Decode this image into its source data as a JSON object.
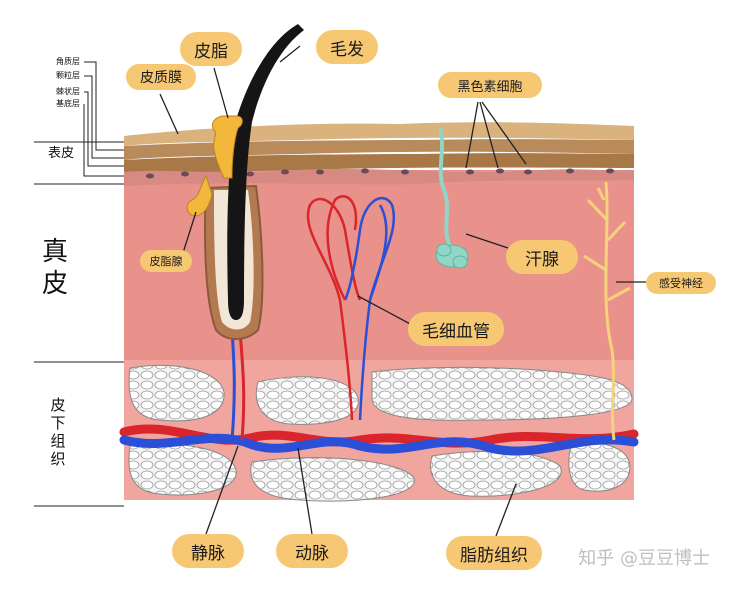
{
  "labels": {
    "hair": "毛发",
    "sebum": "皮脂",
    "sebum_film": "皮质膜",
    "melanocyte": "黑色素细胞",
    "sweat_gland": "汗腺",
    "sebaceous_gland": "皮脂腺",
    "capillary": "毛细血管",
    "sensory_nerve": "感受神经",
    "vein": "静脉",
    "artery": "动脉",
    "fat": "脂肪组织"
  },
  "layers": {
    "stratum_corneum": "角质层",
    "stratum_granulosum": "颗粒层",
    "stratum_spinosum": "棘状层",
    "stratum_basale": "基底层"
  },
  "regions": {
    "epidermis": "表皮",
    "dermis": "真皮",
    "subcutis": "皮下组织"
  },
  "watermark": "知乎 @豆豆博士",
  "colors": {
    "label_bg": "#f7c873",
    "dermis": "#e9918b",
    "epidermis": "#c79a6b",
    "artery": "#d9252b",
    "vein": "#2b4fd6",
    "fat_bg": "#efefef",
    "sweat_gland": "#8fd6c6",
    "nerve": "#f6d27a",
    "hair": "#151515"
  }
}
